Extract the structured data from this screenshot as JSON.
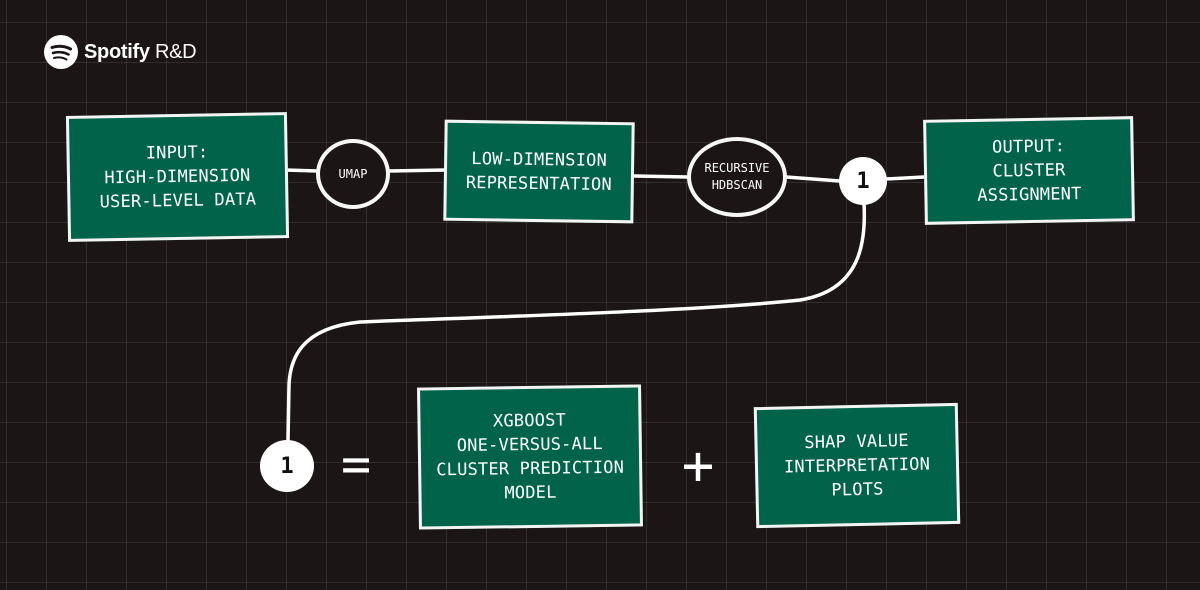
{
  "brand": {
    "icon": "spotify-logo-icon",
    "name": "Spotify",
    "suffix": "R&D",
    "brand_color": "#00634a"
  },
  "pipeline": {
    "input_box": "Input:\nHigh-dimension\nuser-level data",
    "umap_step": "UMAP",
    "low_dim_box": "Low-dimension\nrepresentation",
    "hdbscan_step": "Recursive\nHDBSCAN",
    "marker_top": "1",
    "output_box": "Output:\nCluster assignment"
  },
  "explanation": {
    "marker": "1",
    "equals": "=",
    "xgboost_box": "XGBoost\none-versus-all\ncluster prediction\nmodel",
    "plus": "+",
    "shap_box": "SHAP value\ninterpretation\nplots"
  },
  "colors": {
    "background": "#1b1515",
    "box_fill": "#00634a",
    "line": "#ffffff"
  }
}
